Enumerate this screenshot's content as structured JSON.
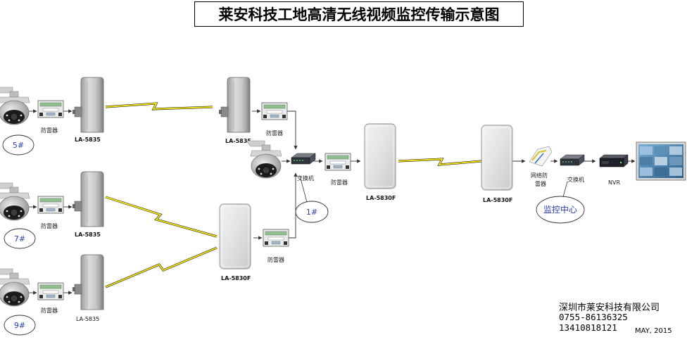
{
  "title": "莱安科技工地高清无线视频监控传输示意图",
  "labels": {
    "surge": "防雷器",
    "switch": "交换机",
    "net_surge_line1": "网络防",
    "net_surge_line2": "雷器",
    "nvr": "NVR",
    "la5835": "LA-5835",
    "la5830f": "LA-5830F"
  },
  "sites": {
    "site5": "5#",
    "site7": "7#",
    "site9": "9#",
    "site1": "1#",
    "monitor_center": "监控中心"
  },
  "footer": {
    "company": "深圳市莱安科技有限公司",
    "phone": "0755-86136325 13410818121",
    "date": "MAY, 2015"
  },
  "colors": {
    "wireless_link": "#f2e21c",
    "circle_text": "#2a3fb0",
    "cable": "#3a3a3a"
  }
}
